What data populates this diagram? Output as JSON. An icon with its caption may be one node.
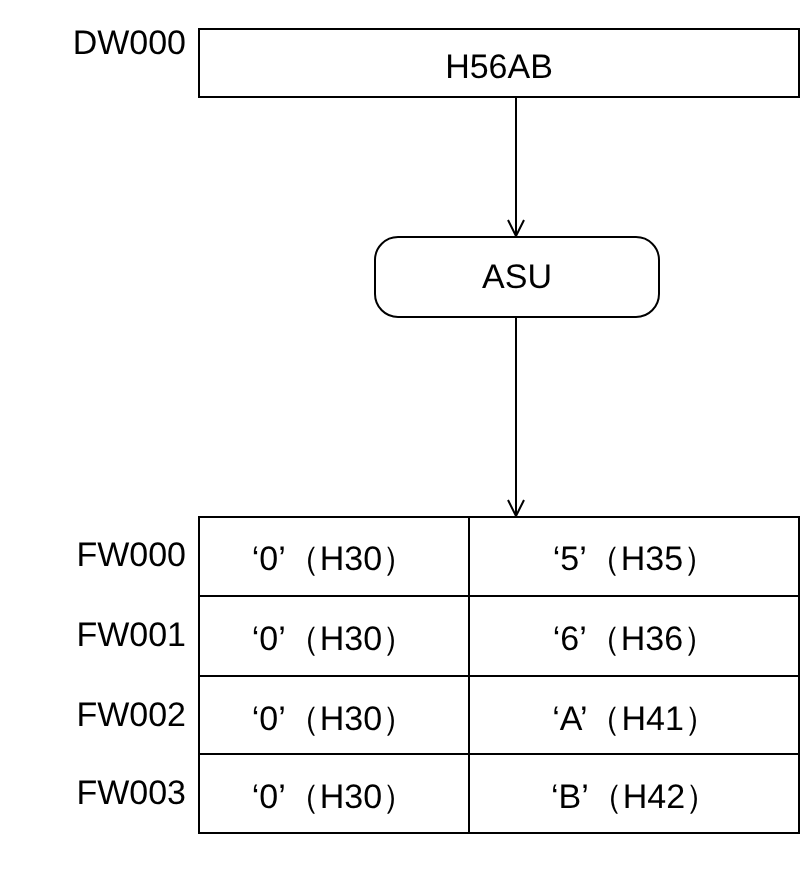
{
  "diagram": {
    "nodes": [
      {
        "text": [
          "H56AB"
        ],
        "beside": [
          "DW000"
        ]
      },
      {
        "text": [
          "ASU"
        ]
      },
      {
        "text": [],
        "shape": "box"
      }
    ],
    "edges": [
      {
        "from": 0,
        "to": 1,
        "arrow": "to"
      },
      {
        "from": 1,
        "to": 2,
        "arrow": "to"
      }
    ],
    "labels": [
      "FW000",
      "‘0’（H30）",
      "‘5’（H35）",
      "FW001",
      "‘0’（H30）",
      "‘6’（H36）",
      "FW002",
      "‘0’（H30）",
      "‘A’（H41）",
      "FW003",
      "‘0’（H30）",
      "‘B’（H42）"
    ]
  }
}
